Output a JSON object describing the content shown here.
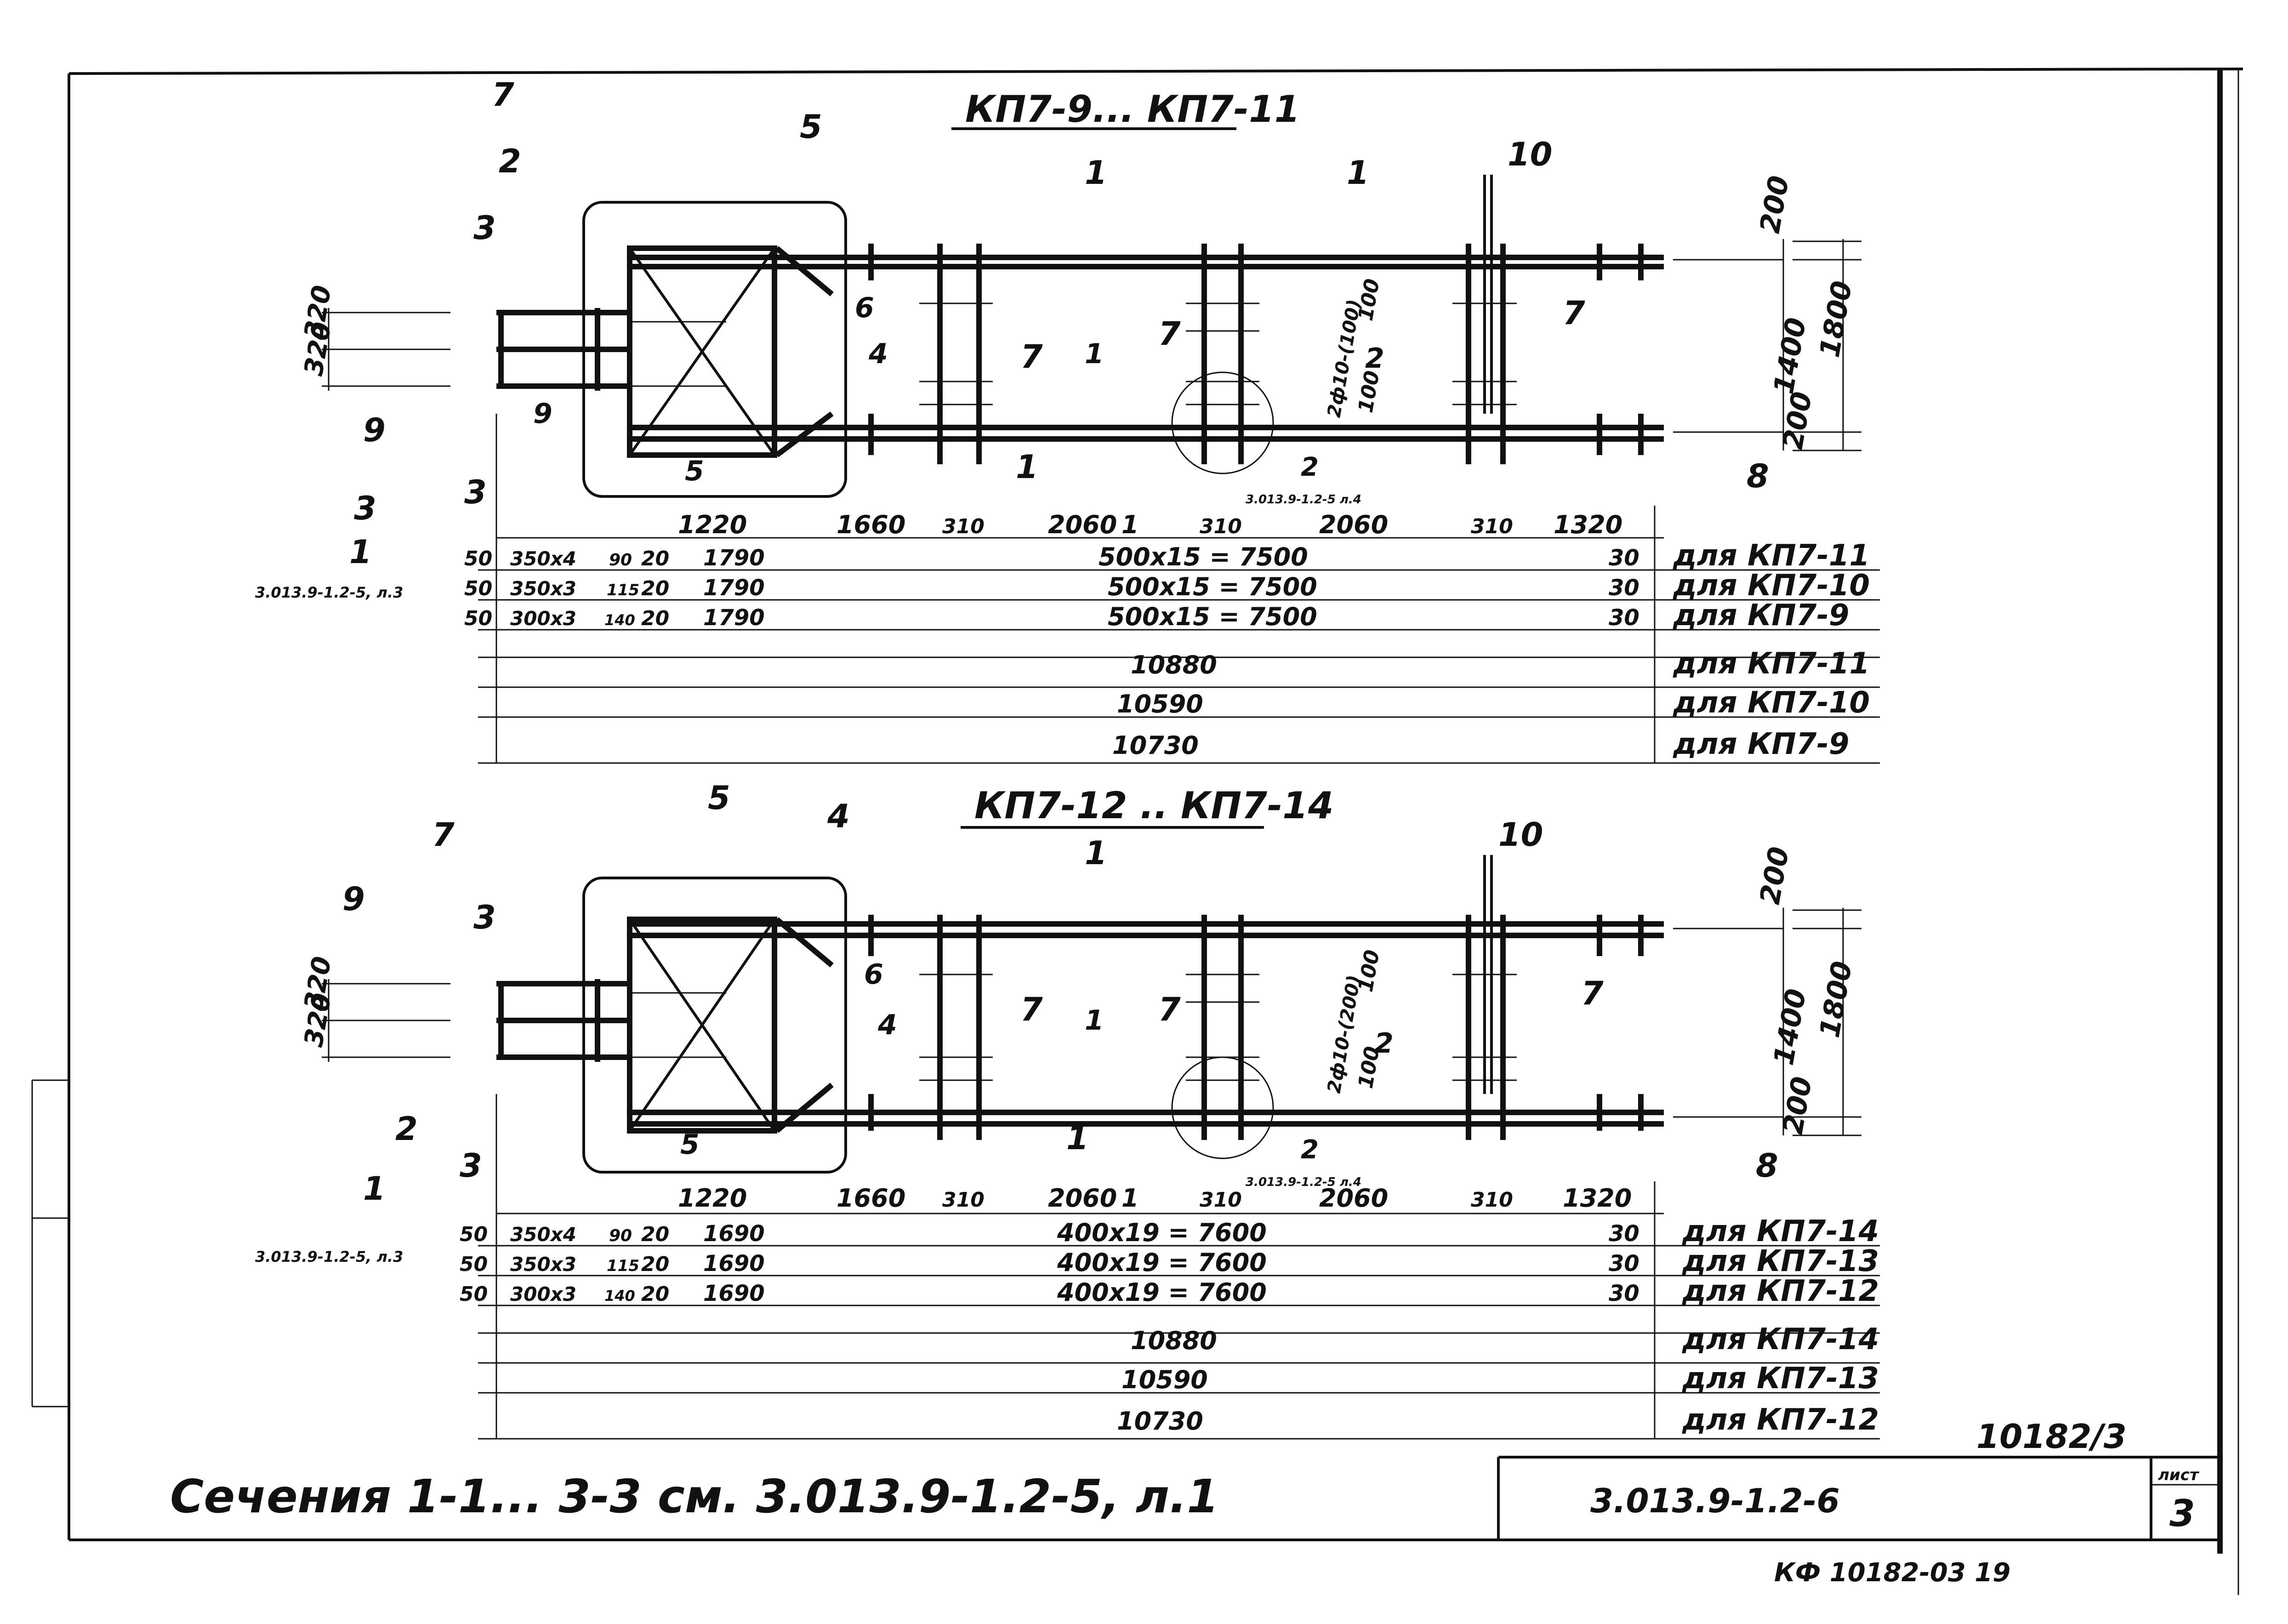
{
  "drawing_top": {
    "title": "КП7-9... КП7-11",
    "callouts": [
      "7",
      "5",
      "2",
      "3",
      "3",
      "9",
      "9",
      "3",
      "1",
      "6",
      "4",
      "7",
      "7",
      "7",
      "5",
      "1",
      "1",
      "2",
      "1",
      "10",
      "1"
    ],
    "section_marks": {
      "s1_top": "1",
      "s1_mid": "1",
      "s2": "2",
      "s3_top": "3",
      "s3_bot": "3"
    },
    "ref_left": "3.013.9-1.2-5, л.3",
    "ref_circle": "3.013.9-1.2-5 л.4",
    "circle_label": "2",
    "mark_8": "8",
    "right_dims": [
      "200",
      "1400",
      "200",
      "1800"
    ],
    "left_dims": [
      "320",
      "320"
    ],
    "mid_dims": [
      "100",
      "2ф10-(100)",
      "100"
    ],
    "dim_row1": [
      "1220",
      "1660",
      "310",
      "2060",
      "1",
      "310",
      "2060",
      "310",
      "1320"
    ],
    "rows": [
      {
        "c1": "50",
        "c2": "350x4",
        "c3": "90",
        "c4": "20",
        "c5": "1790",
        "mid": "500x15 = 7500",
        "end": "30",
        "label": "для КП7-11"
      },
      {
        "c1": "50",
        "c2": "350x3",
        "c3": "115",
        "c4": "20",
        "c5": "1790",
        "mid": "500x15 = 7500",
        "end": "30",
        "label": "для КП7-10"
      },
      {
        "c1": "50",
        "c2": "300x3",
        "c3": "140",
        "c4": "20",
        "c5": "1790",
        "mid": "500x15 = 7500",
        "end": "30",
        "label": "для КП7-9"
      }
    ],
    "totals": [
      {
        "value": "10880",
        "label": "для КП7-11"
      },
      {
        "value": "10590",
        "label": "для КП7-10"
      },
      {
        "value": "10730",
        "label": "для КП7-9"
      }
    ]
  },
  "drawing_bottom": {
    "title": "КП7-12 .. КП7-14",
    "callouts": [
      "5",
      "4",
      "7",
      "9",
      "3",
      "6",
      "4",
      "7",
      "7",
      "7",
      "5",
      "1",
      "1",
      "2",
      "1",
      "10",
      "1",
      "2",
      "3"
    ],
    "ref_left": "3.013.9-1.2-5, л.3",
    "ref_circle": "3.013.9-1.2-5 л.4",
    "circle_label": "2",
    "mark_8": "8",
    "right_dims": [
      "200",
      "1400",
      "200",
      "1800"
    ],
    "left_dims": [
      "320",
      "320"
    ],
    "mid_dims": [
      "100",
      "2ф10-(200)",
      "100"
    ],
    "dim_row1": [
      "1220",
      "1660",
      "310",
      "2060",
      "1",
      "310",
      "2060",
      "310",
      "1320"
    ],
    "rows": [
      {
        "c1": "50",
        "c2": "350x4",
        "c3": "90",
        "c4": "20",
        "c5": "1690",
        "mid": "400x19 = 7600",
        "end": "30",
        "label": "для КП7-14"
      },
      {
        "c1": "50",
        "c2": "350x3",
        "c3": "115",
        "c4": "20",
        "c5": "1690",
        "mid": "400x19 = 7600",
        "end": "30",
        "label": "для КП7-13"
      },
      {
        "c1": "50",
        "c2": "300x3",
        "c3": "140",
        "c4": "20",
        "c5": "1690",
        "mid": "400x19 = 7600",
        "end": "30",
        "label": "для КП7-12"
      }
    ],
    "totals": [
      {
        "value": "10880",
        "label": "для КП7-14"
      },
      {
        "value": "10590",
        "label": "для КП7-13"
      },
      {
        "value": "10730",
        "label": "для КП7-12"
      }
    ]
  },
  "footer": {
    "note": "Сечения 1-1... 3-3 см. 3.013.9-1.2-5, л.1",
    "doc_code": "3.013.9-1.2-6",
    "sheet_label": "лист",
    "sheet_number": "3",
    "stamp": "10182/3",
    "archive": "КФ 10182-03   19"
  }
}
